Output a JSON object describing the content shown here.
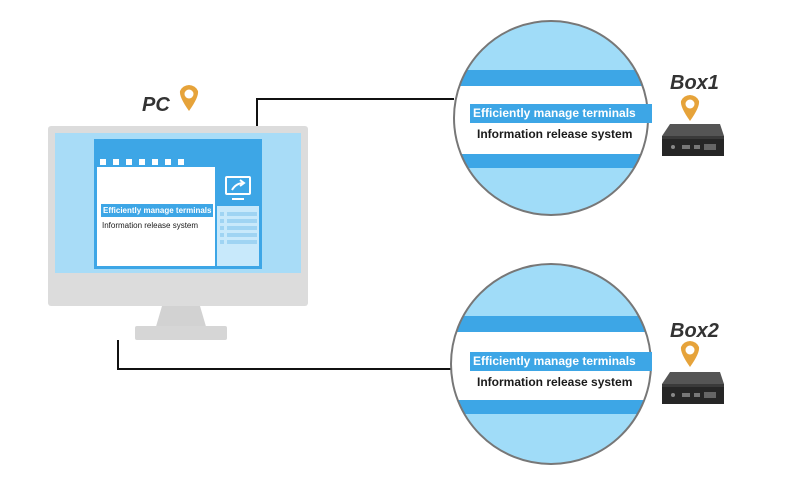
{
  "pc": {
    "label": "PC",
    "screen_headline": "Efficiently manage terminals",
    "screen_subtitle": "Information release system"
  },
  "boxes": [
    {
      "label": "Box1",
      "headline": "Efficiently manage terminals",
      "subtitle": "Information release system"
    },
    {
      "label": "Box2",
      "headline": "Efficiently manage terminals",
      "subtitle": "Information release system"
    }
  ],
  "colors": {
    "monitor_frame": "#dcdcdc",
    "screen_bg": "#a8dcf7",
    "window_blue": "#3da6e6",
    "circle_fill": "#a0dcf8",
    "circle_stroke": "#777777",
    "pin": "#e6a33a",
    "line": "#111111"
  },
  "icons": [
    "location-pin-icon",
    "share-screen-icon",
    "media-box-icon"
  ]
}
